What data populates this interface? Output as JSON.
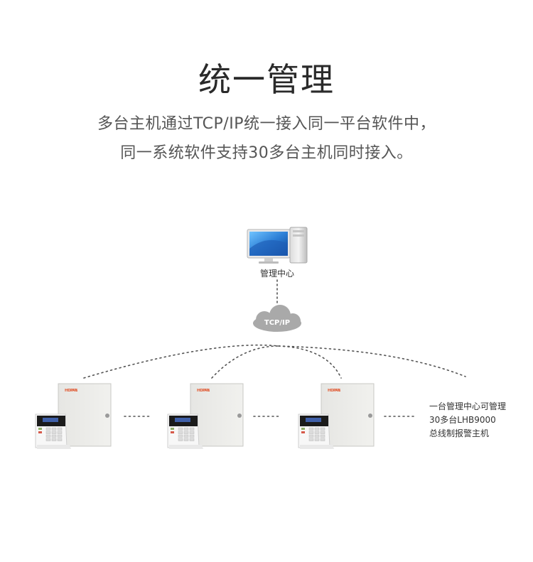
{
  "title": "统一管理",
  "subtitle_line1": "多台主机通过TCP/IP统一接入同一平台软件中，",
  "subtitle_line2": "同一系统软件支持30多台主机同时接入。",
  "center_label": "管理中心",
  "cloud_label": "TCP/IP",
  "brand_text": "HOPAN",
  "note_lines": [
    "一台管理中心可管理",
    "30多台LHB9000",
    "总线制报警主机"
  ],
  "colors": {
    "cloud": "#a9a9a9",
    "monitor_screen": "#2c7fd6",
    "brand": "#e0532b"
  }
}
